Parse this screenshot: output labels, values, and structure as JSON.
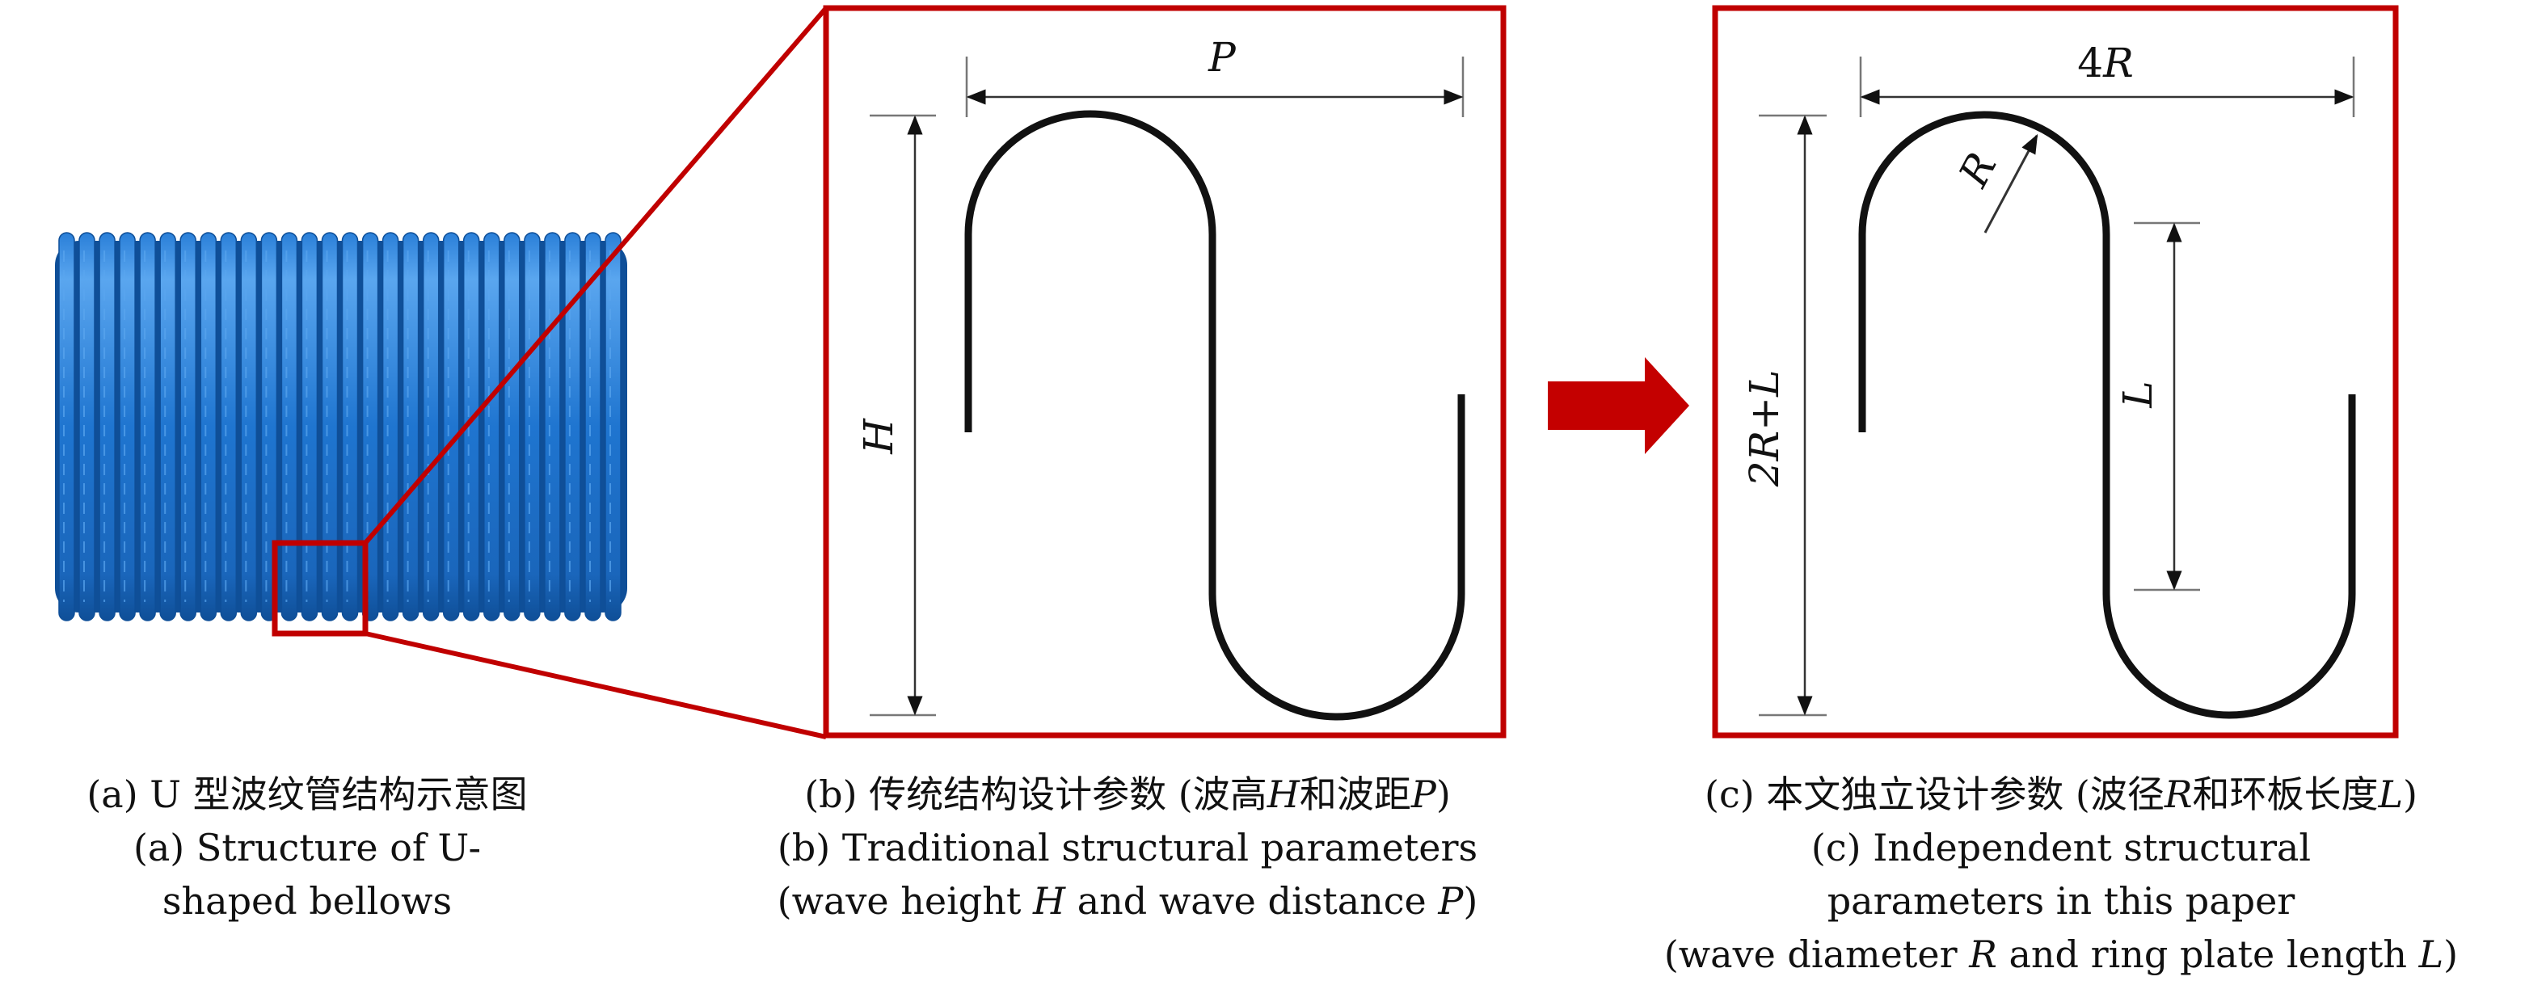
{
  "colors": {
    "frame_red": "#c00000",
    "arrow_red": "#c40000",
    "bellows_blue": "#1f75d0",
    "bellows_dark": "#0f4f98",
    "bellows_light": "#5aa6ef",
    "curve_black": "#111111"
  },
  "panel_b": {
    "dim_pitch": "P",
    "dim_height": "H"
  },
  "panel_c": {
    "dim_width_num": "4",
    "dim_width_var": "R",
    "dim_radius": "R",
    "dim_length": "L",
    "dim_total": "2R+L"
  },
  "captions": {
    "a": {
      "cn": "(a) U 型波纹管结构示意图",
      "en1": "(a) Structure of U-",
      "en2": "shaped bellows"
    },
    "b": {
      "cn_pre": "(b) 传统结构设计参数 (波高",
      "cn_v1": "H",
      "cn_mid": "和波距",
      "cn_v2": "P",
      "cn_post": ")",
      "en1": "(b) Traditional structural parameters",
      "en2_pre": "(wave height ",
      "en2_v1": "H",
      "en2_mid": " and wave distance ",
      "en2_v2": "P",
      "en2_post": ")"
    },
    "c": {
      "cn_pre": "(c) 本文独立设计参数 (波径",
      "cn_v1": "R",
      "cn_mid": "和环板长度",
      "cn_v2": "L",
      "cn_post": ")",
      "en1": "(c) Independent structural",
      "en2": "parameters in this paper",
      "en3_pre": "(wave diameter ",
      "en3_v1": "R",
      "en3_mid": " and ring plate length ",
      "en3_v2": "L",
      "en3_post": ")"
    }
  }
}
